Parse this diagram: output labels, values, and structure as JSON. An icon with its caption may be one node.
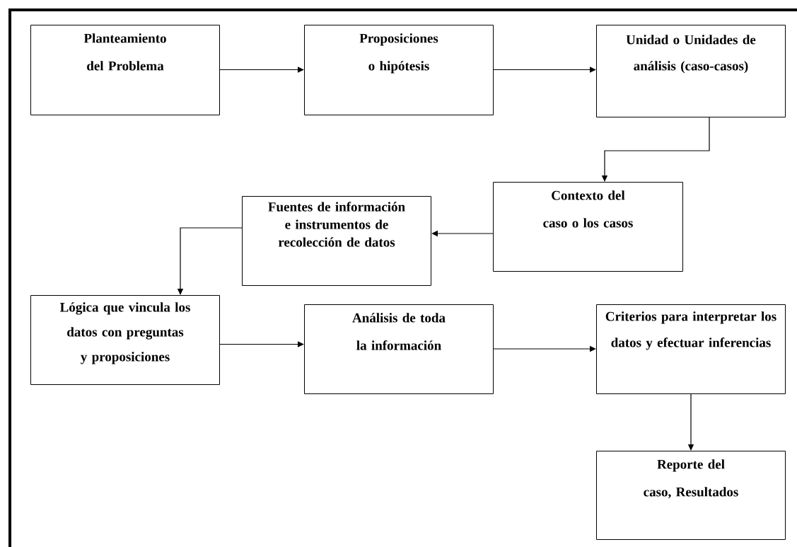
{
  "diagram": {
    "nodes": [
      {
        "text": [
          "Planteamiento del Problema"
        ]
      },
      {
        "text": [
          "Proposiciones o hipótesis"
        ]
      },
      {
        "text": [
          "Unidad o Unidades de análisis (caso-casos)"
        ]
      },
      {
        "text": [
          "Contexto del caso o los casos"
        ]
      },
      {
        "text": [
          "Fuentes de información e instrumentos de recolección de datos"
        ]
      },
      {
        "text": [
          "Lógica que vincula los datos con preguntas y proposiciones"
        ]
      },
      {
        "text": [
          "Análisis de toda la información"
        ]
      },
      {
        "text": [
          "Criterios para interpretar los datos y efectuar inferencias"
        ]
      },
      {
        "text": [
          "Reporte del caso, Resultados"
        ]
      }
    ],
    "edges": [
      {
        "from": 0,
        "to": 1,
        "arrow": "to"
      },
      {
        "from": 1,
        "to": 2,
        "arrow": "to"
      },
      {
        "from": 2,
        "to": 3,
        "arrow": "to"
      },
      {
        "from": 3,
        "to": 4,
        "arrow": "to"
      },
      {
        "from": 4,
        "to": 5,
        "arrow": "to"
      },
      {
        "from": 5,
        "to": 6,
        "arrow": "to"
      },
      {
        "from": 6,
        "to": 7,
        "arrow": "to"
      },
      {
        "from": 7,
        "to": 8,
        "arrow": "to"
      }
    ]
  }
}
